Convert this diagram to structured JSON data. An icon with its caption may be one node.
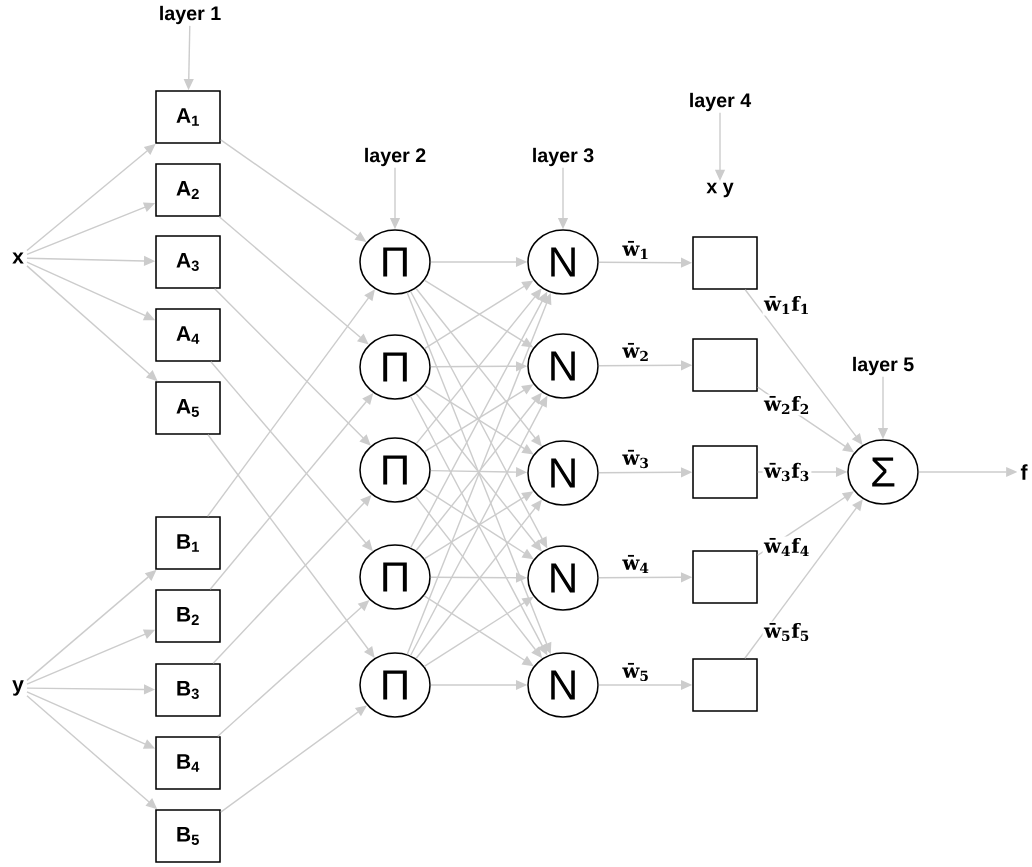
{
  "diagram": {
    "nodes": [
      {
        "text": [
          "layer 1"
        ]
      },
      {
        "text": [
          "layer 2"
        ]
      },
      {
        "text": [
          "layer 3"
        ]
      },
      {
        "text": [
          "layer 4"
        ]
      },
      {
        "text": [
          "layer 5"
        ]
      },
      {
        "text": [
          "x y"
        ]
      },
      {
        "text": [
          "x"
        ]
      },
      {
        "text": [
          "y"
        ]
      },
      {
        "text": [
          "A$_{1}$"
        ]
      },
      {
        "text": [
          "A$_{2}$"
        ]
      },
      {
        "text": [
          "A$_{3}$"
        ]
      },
      {
        "text": [
          "A$_{4}$"
        ]
      },
      {
        "text": [
          "A$_{5}$"
        ]
      },
      {
        "text": [
          "B$_{1}$"
        ]
      },
      {
        "text": [
          "B$_{2}$"
        ]
      },
      {
        "text": [
          "B$_{3}$"
        ]
      },
      {
        "text": [
          "B$_{4}$"
        ]
      },
      {
        "text": [
          "B$_{5}$"
        ]
      },
      {
        "text": [
          "Π"
        ]
      },
      {
        "text": [
          "Π"
        ]
      },
      {
        "text": [
          "Π"
        ]
      },
      {
        "text": [
          "Π"
        ]
      },
      {
        "text": [
          "Π"
        ]
      },
      {
        "text": [
          "N"
        ]
      },
      {
        "text": [
          "N"
        ]
      },
      {
        "text": [
          "N"
        ]
      },
      {
        "text": [
          "N"
        ]
      },
      {
        "text": [
          "N"
        ]
      },
      {
        "text": [],
        "shape": "box"
      },
      {
        "text": [],
        "shape": "box"
      },
      {
        "text": [],
        "shape": "box"
      },
      {
        "text": [],
        "shape": "box"
      },
      {
        "text": [],
        "shape": "box"
      },
      {
        "text": [
          "Σ"
        ]
      },
      {
        "text": [
          "f"
        ]
      }
    ],
    "edges": [
      {
        "from": 6,
        "to": 8,
        "arrow": "to"
      },
      {
        "from": 6,
        "to": 9,
        "arrow": "to"
      },
      {
        "from": 6,
        "to": 10,
        "arrow": "to"
      },
      {
        "from": 6,
        "to": 11,
        "arrow": "to"
      },
      {
        "from": 6,
        "to": 12,
        "arrow": "to"
      },
      {
        "from": 7,
        "to": 13,
        "arrow": "to"
      },
      {
        "from": 7,
        "to": 14,
        "arrow": "to"
      },
      {
        "from": 7,
        "to": 15,
        "arrow": "to"
      },
      {
        "from": 7,
        "to": 16,
        "arrow": "to"
      },
      {
        "from": 7,
        "to": 17,
        "arrow": "to"
      },
      {
        "from": 8,
        "to": 18,
        "arrow": "to"
      },
      {
        "from": 9,
        "to": 19,
        "arrow": "to"
      },
      {
        "from": 10,
        "to": 20,
        "arrow": "to"
      },
      {
        "from": 11,
        "to": 21,
        "arrow": "to"
      },
      {
        "from": 12,
        "to": 22,
        "arrow": "to"
      },
      {
        "from": 13,
        "to": 18,
        "arrow": "to"
      },
      {
        "from": 14,
        "to": 19,
        "arrow": "to"
      },
      {
        "from": 15,
        "to": 20,
        "arrow": "to"
      },
      {
        "from": 16,
        "to": 21,
        "arrow": "to"
      },
      {
        "from": 17,
        "to": 22,
        "arrow": "to"
      },
      {
        "from": 18,
        "to": 23,
        "arrow": "to"
      },
      {
        "from": 18,
        "to": 24,
        "arrow": "to"
      },
      {
        "from": 18,
        "to": 25,
        "arrow": "to"
      },
      {
        "from": 18,
        "to": 26,
        "arrow": "to"
      },
      {
        "from": 18,
        "to": 27,
        "arrow": "to"
      },
      {
        "from": 19,
        "to": 23,
        "arrow": "to"
      },
      {
        "from": 19,
        "to": 24,
        "arrow": "to"
      },
      {
        "from": 19,
        "to": 25,
        "arrow": "to"
      },
      {
        "from": 19,
        "to": 26,
        "arrow": "to"
      },
      {
        "from": 19,
        "to": 27,
        "arrow": "to"
      },
      {
        "from": 20,
        "to": 23,
        "arrow": "to"
      },
      {
        "from": 20,
        "to": 24,
        "arrow": "to"
      },
      {
        "from": 20,
        "to": 25,
        "arrow": "to"
      },
      {
        "from": 20,
        "to": 26,
        "arrow": "to"
      },
      {
        "from": 20,
        "to": 27,
        "arrow": "to"
      },
      {
        "from": 21,
        "to": 23,
        "arrow": "to"
      },
      {
        "from": 21,
        "to": 24,
        "arrow": "to"
      },
      {
        "from": 21,
        "to": 25,
        "arrow": "to"
      },
      {
        "from": 21,
        "to": 26,
        "arrow": "to"
      },
      {
        "from": 21,
        "to": 27,
        "arrow": "to"
      },
      {
        "from": 22,
        "to": 23,
        "arrow": "to"
      },
      {
        "from": 22,
        "to": 24,
        "arrow": "to"
      },
      {
        "from": 22,
        "to": 25,
        "arrow": "to"
      },
      {
        "from": 22,
        "to": 26,
        "arrow": "to"
      },
      {
        "from": 22,
        "to": 27,
        "arrow": "to"
      },
      {
        "from": 23,
        "to": 28,
        "arrow": "to",
        "label": "w̄$_{1}$"
      },
      {
        "from": 24,
        "to": 29,
        "arrow": "to",
        "label": "w̄$_{2}$"
      },
      {
        "from": 25,
        "to": 30,
        "arrow": "to",
        "label": "w̄$_{3}$"
      },
      {
        "from": 26,
        "to": 31,
        "arrow": "to",
        "label": "w̄$_{4}$"
      },
      {
        "from": 27,
        "to": 32,
        "arrow": "to",
        "label": "w̄$_{5}$"
      },
      {
        "from": 28,
        "to": 33,
        "arrow": "to",
        "label": "w̄$_{1}$f$_{1}$"
      },
      {
        "from": 29,
        "to": 33,
        "arrow": "to",
        "label": "w̄$_{2}$f$_{2}$"
      },
      {
        "from": 30,
        "to": 33,
        "arrow": "to",
        "label": "w̄$_{3}$f$_{3}$"
      },
      {
        "from": 31,
        "to": 33,
        "arrow": "to",
        "label": "w̄$_{4}$f$_{4}$"
      },
      {
        "from": 32,
        "to": 33,
        "arrow": "to",
        "label": "w̄$_{5}$f$_{5}$"
      },
      {
        "from": 33,
        "to": 34,
        "arrow": "to"
      },
      {
        "from": 0,
        "to": 8,
        "arrow": "to"
      },
      {
        "from": 1,
        "to": 18,
        "arrow": "to"
      },
      {
        "from": 2,
        "to": 23,
        "arrow": "to"
      },
      {
        "from": 3,
        "to": 5,
        "arrow": "to"
      },
      {
        "from": 4,
        "to": 33,
        "arrow": "to"
      }
    ]
  }
}
